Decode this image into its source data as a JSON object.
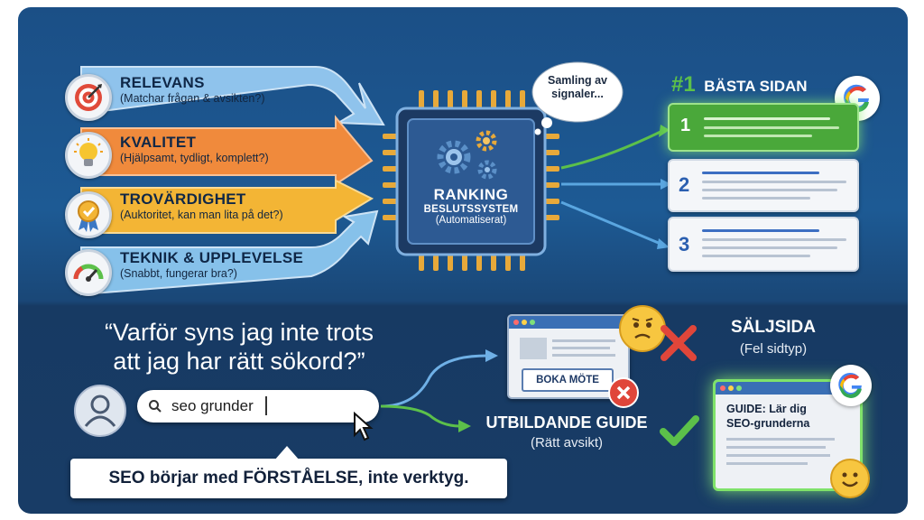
{
  "factors": [
    {
      "title": "RELEVANS",
      "subtitle": "(Matchar frågan & avsikten?)",
      "icon": "target-icon",
      "color": "#8fc3ec"
    },
    {
      "title": "KVALITET",
      "subtitle": "(Hjälpsamt, tydligt, komplett?)",
      "icon": "lightbulb-icon",
      "color": "#f08a3c"
    },
    {
      "title": "TROVÄRDIGHET",
      "subtitle": "(Auktoritet, kan man lita på det?)",
      "icon": "award-ribbon-icon",
      "color": "#f3b535"
    },
    {
      "title": "TEKNIK & UPPLEVELSE",
      "subtitle": "(Snabbt, fungerar bra?)",
      "icon": "speedometer-icon",
      "color": "#86c1ea"
    }
  ],
  "chip": {
    "title": "RANKING",
    "subtitle": "BESLUTSSYSTEM",
    "note": "(Automatiserat)",
    "thought_bubble": "Samling av signaler..."
  },
  "results": {
    "heading_rank": "#1",
    "heading": "BÄSTA SIDAN",
    "items": [
      "1",
      "2",
      "3"
    ],
    "highlight_color": "#5cc04a"
  },
  "question": {
    "line1": "“Varför syns jag inte trots",
    "line2": "att jag har rätt sökord?”"
  },
  "search": {
    "value": "seo grunder"
  },
  "wrong_page": {
    "button": "BOKA MÖTE",
    "label": "SÄLJSIDA",
    "sublabel": "(Fel sidtyp)"
  },
  "right_page": {
    "label": "UTBILDANDE GUIDE",
    "sublabel": "(Rätt avsikt)",
    "card_text_line1": "GUIDE: Lär dig",
    "card_text_line2": "SEO-grunderna"
  },
  "bottom_message": "SEO börjar med FÖRSTÅELSE, inte verktyg.",
  "colors": {
    "accent_green": "#5cc04a",
    "cross_red": "#e0463a",
    "chip_blue": "#2d5a93",
    "google_blue": "#4285f4"
  }
}
